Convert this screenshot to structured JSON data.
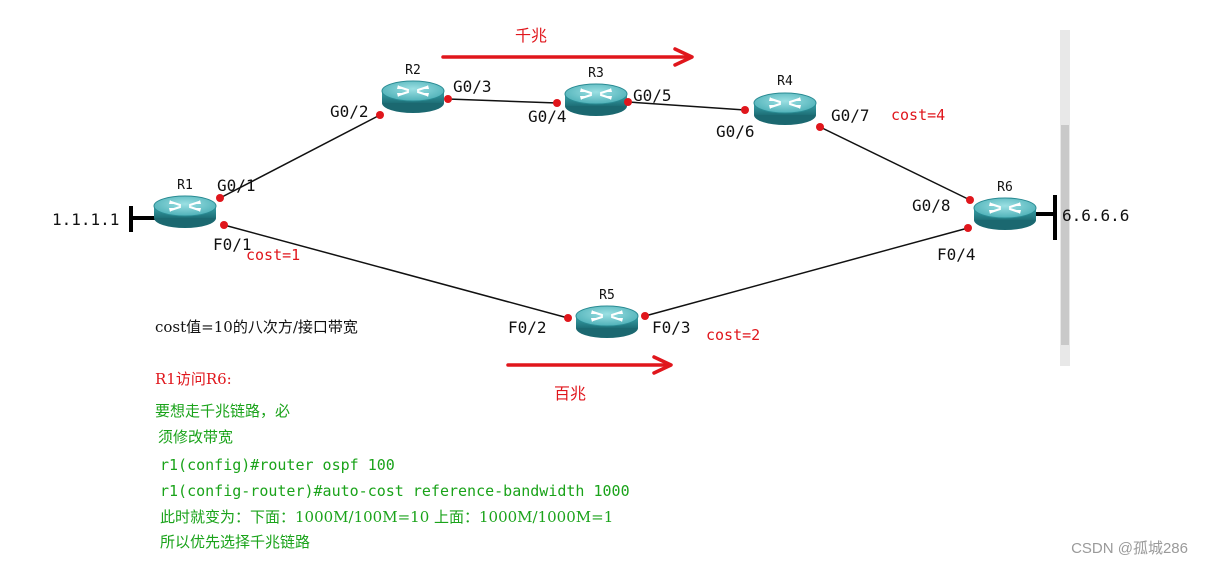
{
  "routers": [
    {
      "id": "r1",
      "label": "R1"
    },
    {
      "id": "r2",
      "label": "R2"
    },
    {
      "id": "r3",
      "label": "R3"
    },
    {
      "id": "r4",
      "label": "R4"
    },
    {
      "id": "r5",
      "label": "R5"
    },
    {
      "id": "r6",
      "label": "R6"
    }
  ],
  "interfaces": {
    "r1_g01": "G0/1",
    "r1_f01": "F0/1",
    "r2_g02": "G0/2",
    "r2_g03": "G0/3",
    "r3_g04": "G0/4",
    "r3_g05": "G0/5",
    "r4_g06": "G0/6",
    "r4_g07": "G0/7",
    "r6_g08": "G0/8",
    "r6_f04": "F0/4",
    "r5_f02": "F0/2",
    "r5_f03": "F0/3"
  },
  "networks": {
    "r1_loop": "1.1.1.1",
    "r6_loop": "6.6.6.6"
  },
  "costs": {
    "r4_r6": "cost=4",
    "r1_r5": "cost=1",
    "r5_r6": "cost=2"
  },
  "path_labels": {
    "top": "千兆",
    "bottom": "百兆"
  },
  "notes": {
    "formula": "cost值=10的八次方/接口带宽",
    "heading": "R1访问R6:",
    "lines": [
      "要想走千兆链路，必",
      "须修改带宽",
      "r1(config)#router ospf 100",
      "r1(config-router)#auto-cost reference-bandwidth 1000",
      "此时就变为：下面：1000M/100M=10 上面：1000M/1000M=1",
      "所以优先选择千兆链路"
    ]
  },
  "watermark": "CSDN @孤城286",
  "colors": {
    "router_body": "#2a8b93",
    "router_top": "#6fc6cc",
    "link": "#111111",
    "port_dot": "#e0161c",
    "red_text": "#e0161c",
    "green_text": "#1aa31a",
    "watermark": "#9a9a9a"
  }
}
